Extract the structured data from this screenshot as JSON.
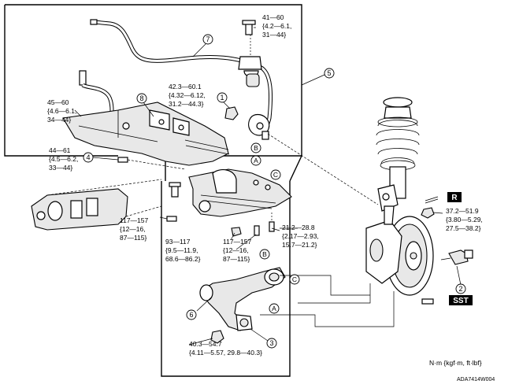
{
  "torques": {
    "t1": [
      "41—60",
      "{4.2—6.1,",
      "31—44}"
    ],
    "t2": [
      "42.3—60.1",
      "{4.32—6.12,",
      "31.2—44.3}"
    ],
    "t3": [
      "45—60",
      "{4.6—6.1,",
      "34—44}"
    ],
    "t4": [
      "44—61",
      "{4.5—6.2,",
      "33—44}"
    ],
    "t5": [
      "117—157",
      "{12—16,",
      "87—115}"
    ],
    "t6": [
      "93—117",
      "{9.5—11.9,",
      "68.6—86.2}"
    ],
    "t7": [
      "117—157",
      "{12—16,",
      "87—115}"
    ],
    "t8": [
      "21.2—28.8",
      "{2.17—2.93,",
      "15.7—21.2}"
    ],
    "t9": [
      "37.2—51.9",
      "{3.80—5.29,",
      "27.5—38.2}"
    ],
    "t10": [
      "40.3—54.7",
      "{4.11—5.57, 29.8—40.3}"
    ]
  },
  "callouts": {
    "c1": "1",
    "c2": "2",
    "c3": "3",
    "c4": "4",
    "c5": "5",
    "c6": "6",
    "c7": "7",
    "c8": "8"
  },
  "letters": {
    "A": "A",
    "B": "B",
    "C": "C"
  },
  "tags": {
    "r": "R",
    "sst": "SST"
  },
  "units": "N·m {kgf·m, ft·lbf}",
  "figure_id": "ADA7414W004"
}
